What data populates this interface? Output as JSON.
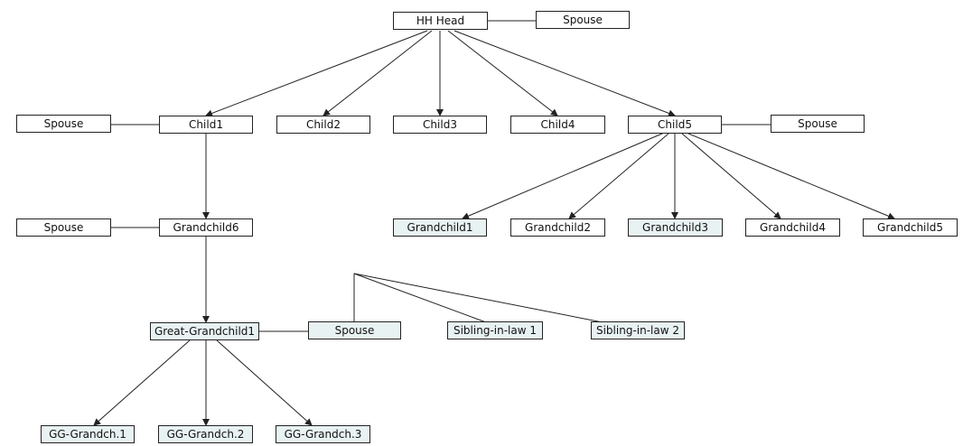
{
  "colors": {
    "line": "#222222",
    "node_fill": "#ffffff",
    "node_fill_highlight": "#e8f2f2"
  },
  "nodes": {
    "hh_head": "HH Head",
    "hh_spouse": "Spouse",
    "child1": "Child1",
    "child1_spouse": "Spouse",
    "child2": "Child2",
    "child3": "Child3",
    "child4": "Child4",
    "child5": "Child5",
    "child5_spouse": "Spouse",
    "grandchild6": "Grandchild6",
    "grandchild6_spouse": "Spouse",
    "grandchild1": "Grandchild1",
    "grandchild2": "Grandchild2",
    "grandchild3": "Grandchild3",
    "grandchild4": "Grandchild4",
    "grandchild5": "Grandchild5",
    "great_grandchild1": "Great-Grandchild1",
    "gg_spouse": "Spouse",
    "sibling_in_law_1": "Sibling-in-law 1",
    "sibling_in_law_2": "Sibling-in-law 2",
    "gg_grandch_1": "GG-Grandch.1",
    "gg_grandch_2": "GG-Grandch.2",
    "gg_grandch_3": "GG-Grandch.3"
  }
}
